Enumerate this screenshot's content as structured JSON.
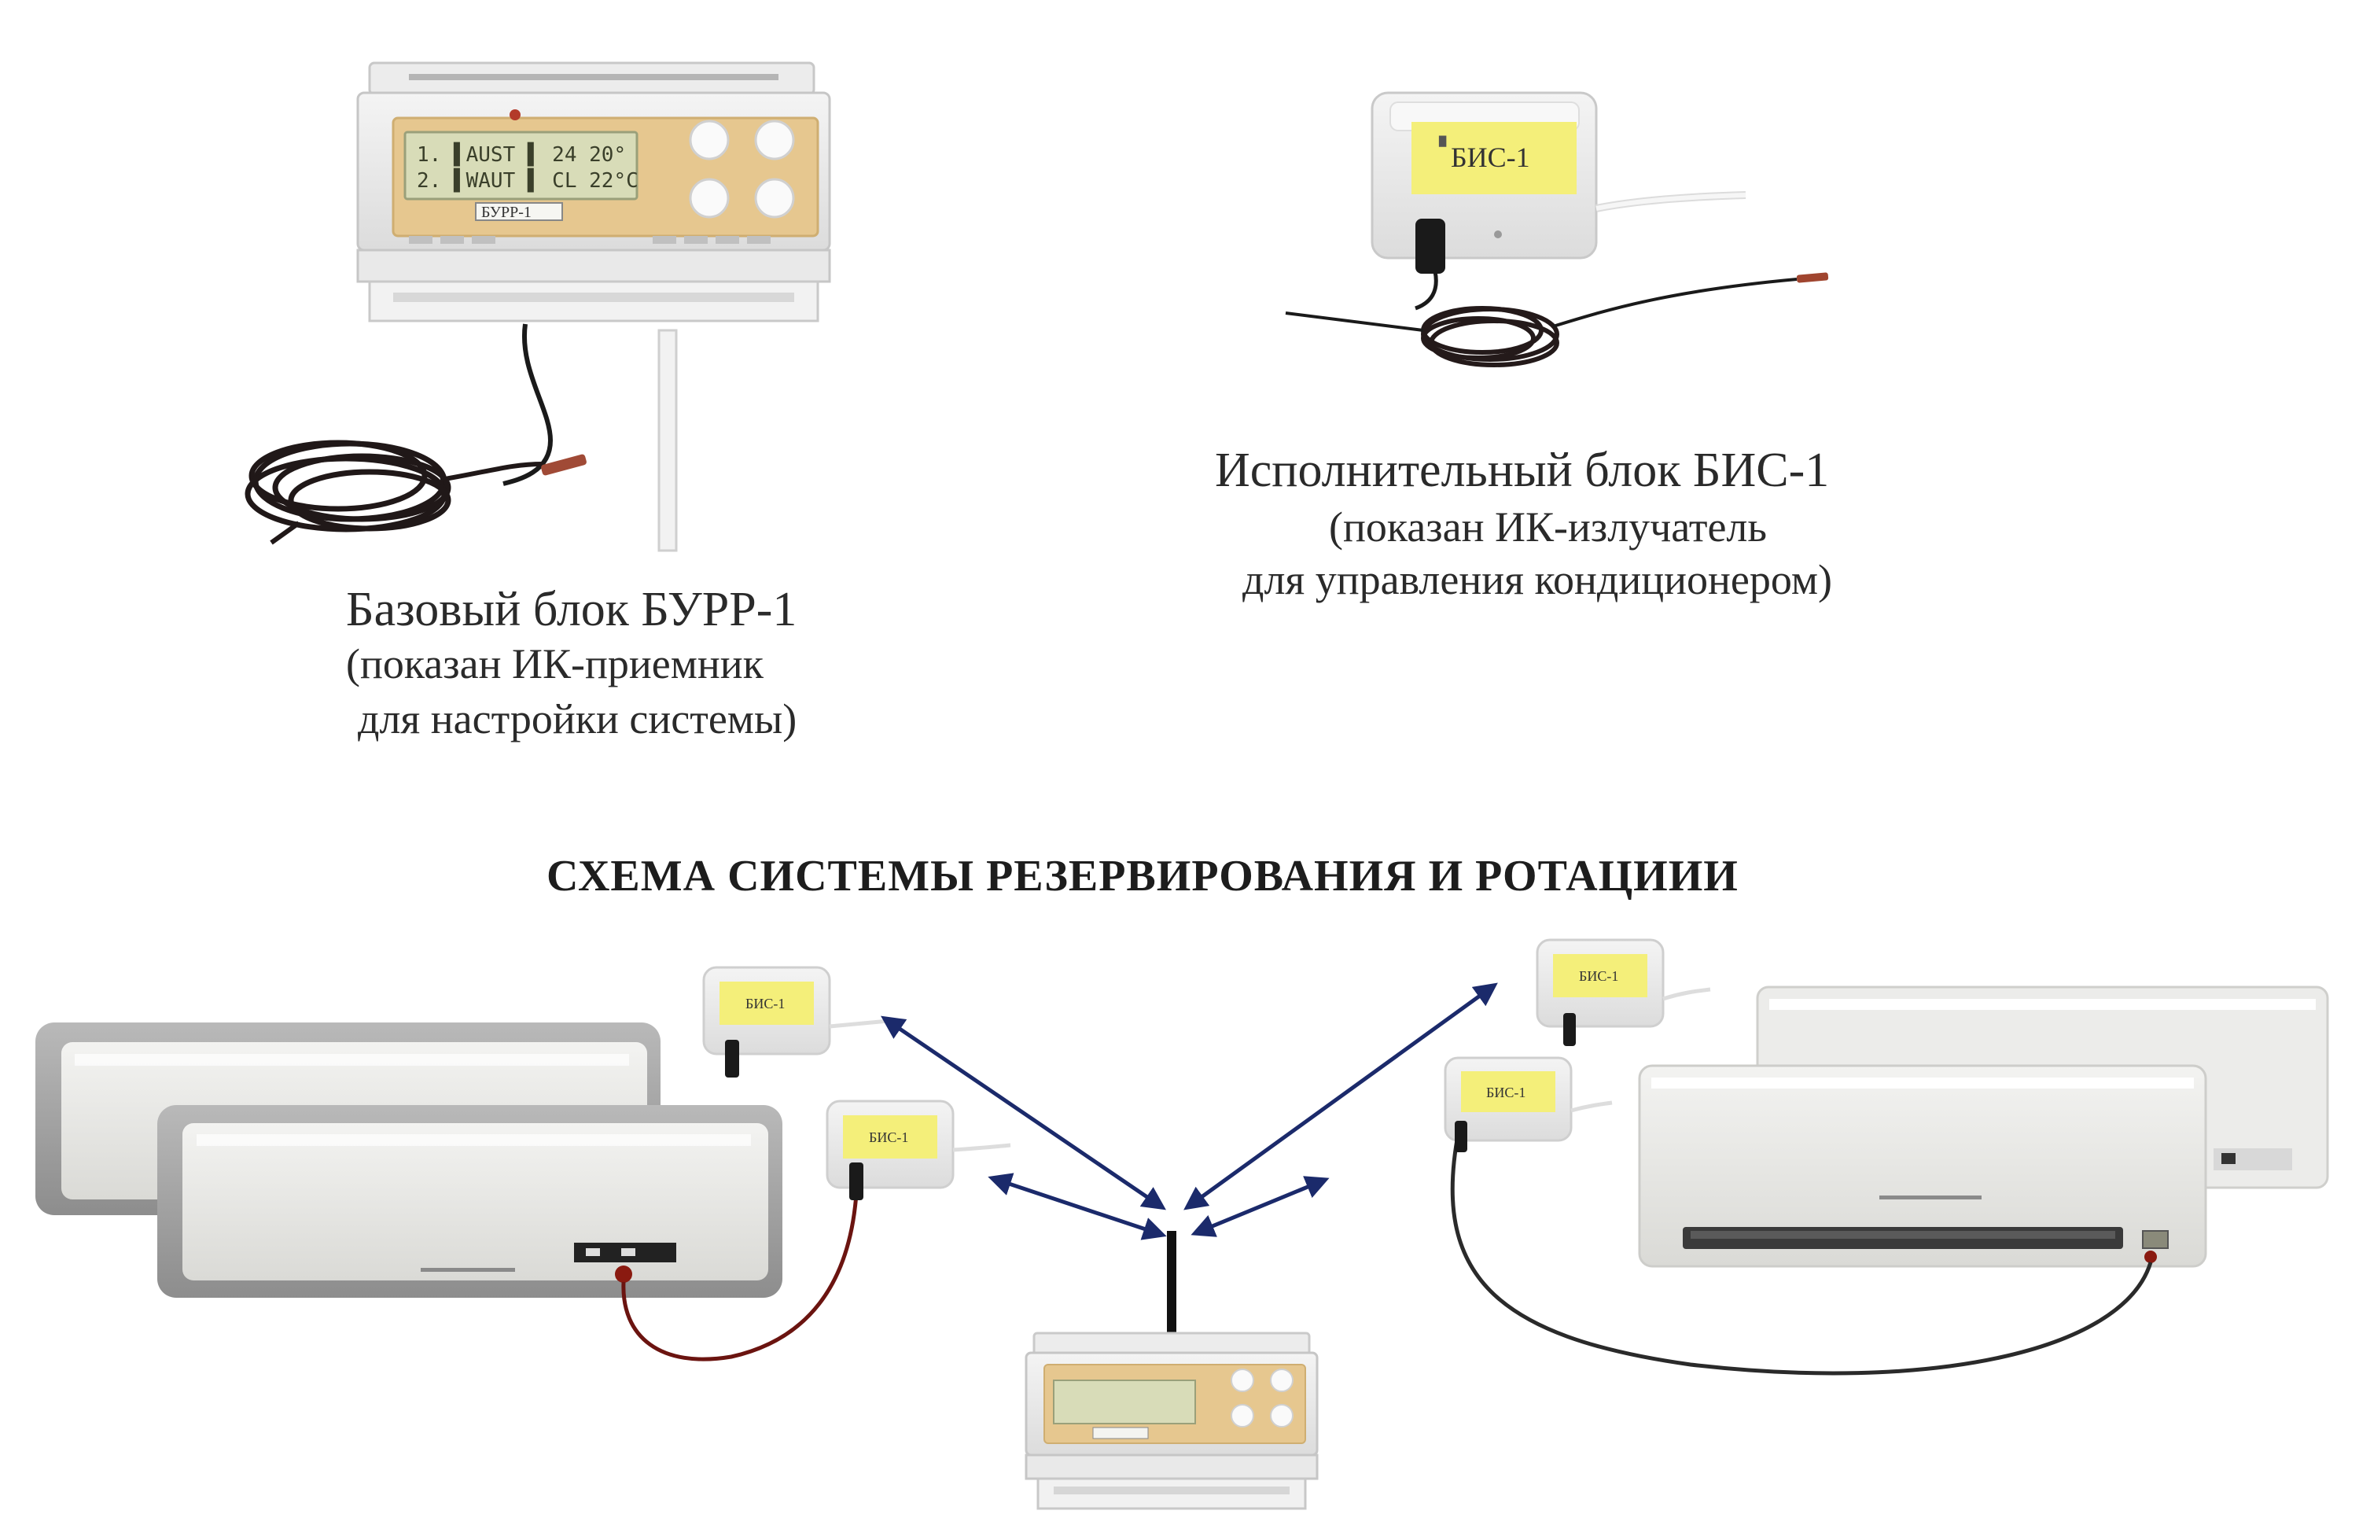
{
  "burr_caption": {
    "line1": "Базовый блок БУРР-1",
    "line2": "(показан ИК-приемник",
    "line3": "для настройки системы)"
  },
  "bis_caption": {
    "line1": "Исполнительный блок БИС-1",
    "line2": "(показан ИК-излучатель",
    "line3": "для управления кондиционером)"
  },
  "scheme_title": "СХЕМА СИСТЕМЫ  РЕЗЕРВИРОВАНИЯ И  РОТАЦИИИ",
  "device_labels": {
    "bis_plate": "БИС-1",
    "burr_plate": "БУРР-1",
    "small_bis_plate": "БИС-1"
  },
  "colors": {
    "lcd": "#d8dcb8",
    "panel": "#e6c78f",
    "bis_label": "#f4ef7a",
    "arrow": "#1b2a6b",
    "cable_red": "#8a1a10"
  }
}
